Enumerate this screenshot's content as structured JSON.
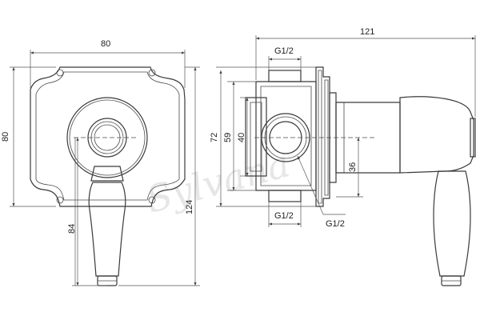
{
  "watermark": "Sylvana",
  "front_view": {
    "width_label": "80",
    "height_label": "80",
    "handle_length_label": "84",
    "total_height_label": "124"
  },
  "side_view": {
    "depth_label": "121",
    "outlet_top_label": "G1/2",
    "height_72_label": "72",
    "height_59_label": "59",
    "height_40_label": "40",
    "height_36_label": "36",
    "outlet_bottom_label": "G1/2",
    "inlet_label": "G1/2"
  }
}
